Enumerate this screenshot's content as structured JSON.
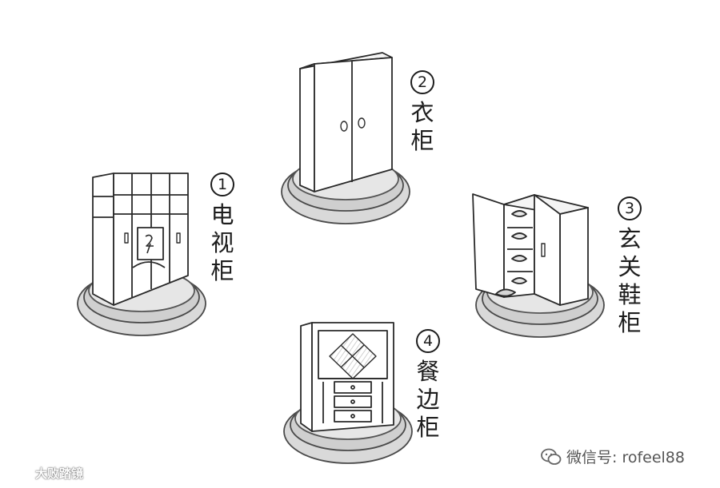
{
  "items": [
    {
      "number": "1",
      "chars": [
        "电",
        "视",
        "柜"
      ]
    },
    {
      "number": "2",
      "chars": [
        "衣",
        "柜"
      ]
    },
    {
      "number": "3",
      "chars": [
        "玄",
        "关",
        "鞋",
        "柜"
      ]
    },
    {
      "number": "4",
      "chars": [
        "餐",
        "边",
        "柜"
      ]
    }
  ],
  "watermark": {
    "wechat": "微信号: rofeel88",
    "brand": "大败踏镜"
  }
}
